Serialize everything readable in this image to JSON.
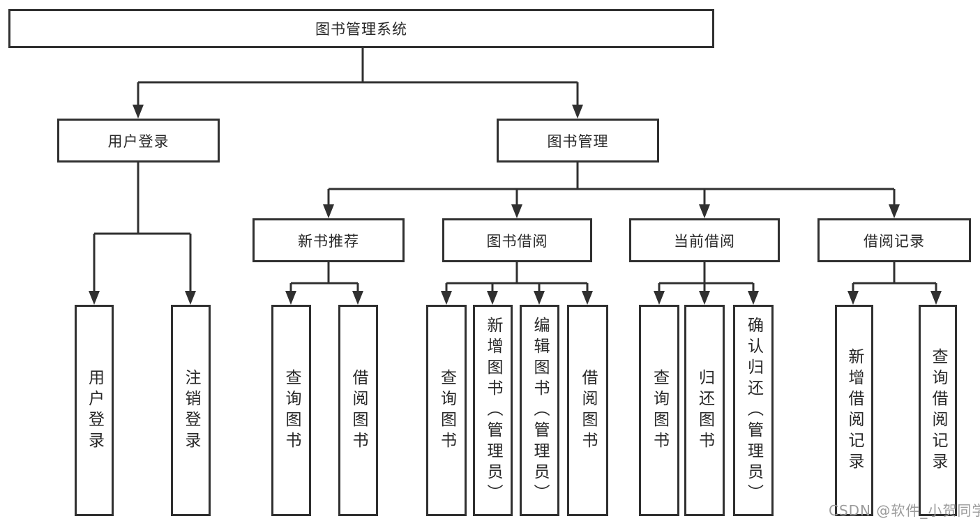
{
  "diagram_title": "图书管理系统",
  "colors": {
    "line": "#303030",
    "text": "#282828",
    "watermark": "#9b9b9b",
    "background": "#ffffff"
  },
  "tree": {
    "root": "图书管理系统",
    "children": [
      {
        "label": "用户登录",
        "children": [
          "用户登录",
          "注销登录"
        ]
      },
      {
        "label": "图书管理",
        "children": [
          {
            "label": "新书推荐",
            "children": [
              "查询图书",
              "借阅图书"
            ]
          },
          {
            "label": "图书借阅",
            "children": [
              "查询图书",
              "新增图书（管理员）",
              "编辑图书（管理员）",
              "借阅图书"
            ]
          },
          {
            "label": "当前借阅",
            "children": [
              "查询图书",
              "归还图书",
              "确认归还（管理员）"
            ]
          },
          {
            "label": "借阅记录",
            "children": [
              "新增借阅记录",
              "查询借阅记录"
            ]
          }
        ]
      }
    ]
  },
  "watermark": "CSDN @软件_小贺同学"
}
